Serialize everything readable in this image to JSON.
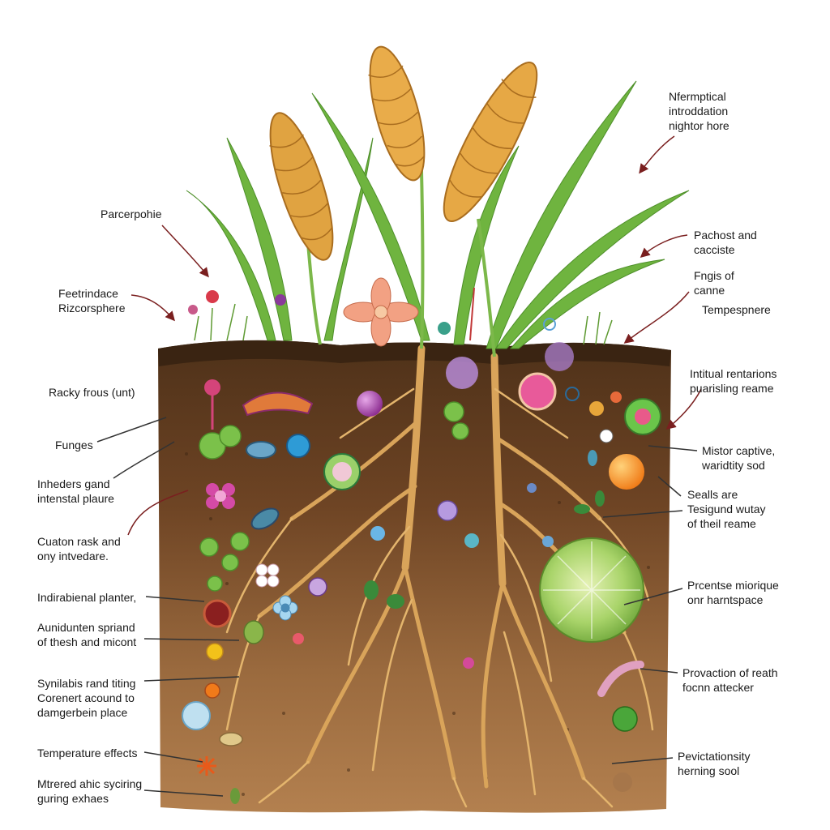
{
  "colors": {
    "soil_top": "#5a3a1e",
    "soil_mid": "#7a4e2a",
    "soil_bottom": "#a9774a",
    "root": "#e3b163",
    "root_stroke": "#b8843a",
    "leaf": "#6fb43f",
    "wheat": "#e0a341",
    "arrow": "#7a1f1f"
  },
  "labels_left": [
    {
      "lines": [
        "Parcerpohie"
      ]
    },
    {
      "lines": [
        "Feetrindace",
        "Rizcorsphere"
      ]
    },
    {
      "lines": [
        "Racky frous (unt)"
      ]
    },
    {
      "lines": [
        "Funges"
      ]
    },
    {
      "lines": [
        "Inheders gand",
        "intenstal plaure"
      ]
    },
    {
      "lines": [
        "Cuaton rask and",
        "ony intvedare."
      ]
    },
    {
      "lines": [
        "Indirabienal planter,"
      ]
    },
    {
      "lines": [
        "Aunidunten spriand",
        "of thesh and micont"
      ]
    },
    {
      "lines": [
        "Synilabis rand titing",
        "Corenert acound to",
        "damgerbein place"
      ]
    },
    {
      "lines": [
        "Temperature effects"
      ]
    },
    {
      "lines": [
        "Mtrered ahic syciring",
        "guring exhaes"
      ]
    }
  ],
  "labels_right": [
    {
      "lines": [
        "Nfermptical",
        "introddation",
        "nightor hore"
      ]
    },
    {
      "lines": [
        "Pachost and",
        "cacciste"
      ]
    },
    {
      "lines": [
        "Fngis of",
        "canne"
      ]
    },
    {
      "lines": [
        "Tempespnere"
      ]
    },
    {
      "lines": [
        "Intitual rentarions",
        "puarisling reame"
      ]
    },
    {
      "lines": [
        "Mistor captive,",
        "waridtity sod"
      ]
    },
    {
      "lines": [
        "Sealls are",
        "Tesigund wutay",
        "of theil reame"
      ]
    },
    {
      "lines": [
        "Prcentse miorique",
        "onr harntspace"
      ]
    },
    {
      "lines": [
        "Provaction of reath",
        "focnn attecker"
      ]
    },
    {
      "lines": [
        "Pevictationsity",
        "herning sool"
      ]
    }
  ]
}
